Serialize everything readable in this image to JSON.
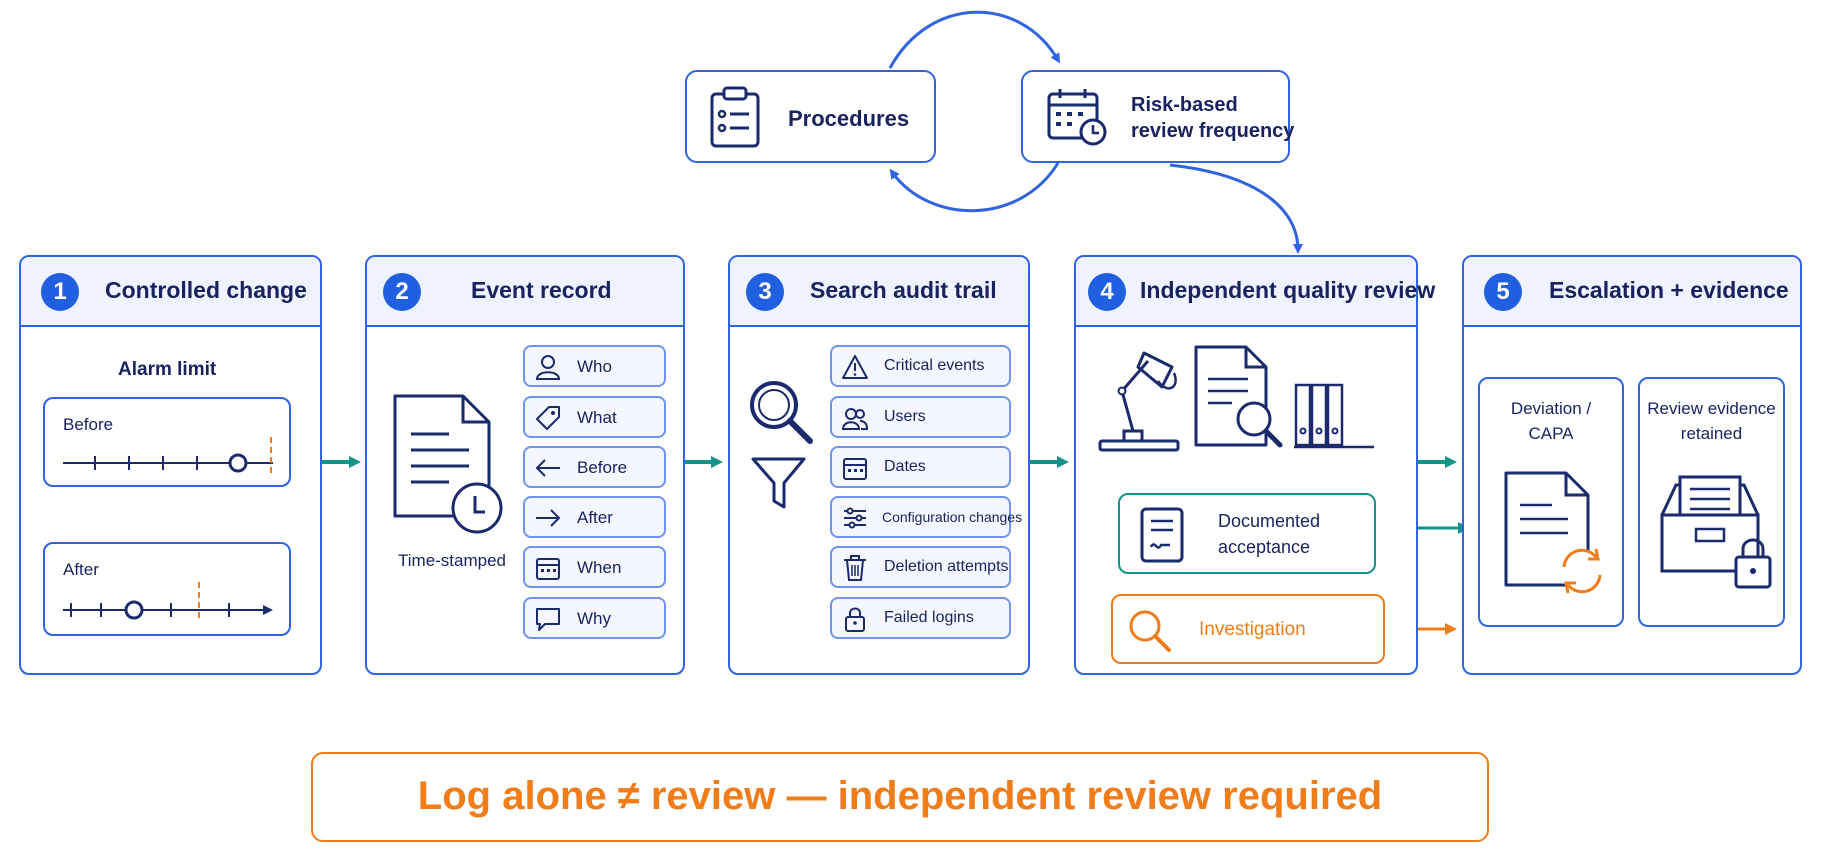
{
  "top": {
    "procedures": "Procedures",
    "risk_line1": "Risk-based",
    "risk_line2": "review frequency"
  },
  "steps": [
    {
      "num": "1",
      "title": "Controlled change"
    },
    {
      "num": "2",
      "title": "Event record"
    },
    {
      "num": "3",
      "title": "Search audit trail"
    },
    {
      "num": "4",
      "title": "Independent quality review"
    },
    {
      "num": "5",
      "title": "Escalation + evidence"
    }
  ],
  "step1": {
    "alarm_label": "Alarm limit",
    "before": "Before",
    "after": "After"
  },
  "step2": {
    "timestamp_label": "Time-stamped",
    "fields": [
      "Who",
      "What",
      "Before",
      "After",
      "When",
      "Why"
    ]
  },
  "step3": {
    "filters": [
      "Critical events",
      "Users",
      "Dates",
      "Configuration changes",
      "Deletion attempts",
      "Failed logins"
    ]
  },
  "step4": {
    "acceptance_line1": "Documented",
    "acceptance_line2": "acceptance",
    "investigation": "Investigation"
  },
  "step5": {
    "deviation_line1": "Deviation /",
    "deviation_line2": "CAPA",
    "evidence_line1": "Review evidence",
    "evidence_line2": "retained"
  },
  "footer": "Log alone ≠ review — independent review required",
  "colors": {
    "blue": "#2f63e0",
    "navy": "#1a2a6b",
    "teal": "#12938a",
    "orange": "#f07c1a"
  }
}
